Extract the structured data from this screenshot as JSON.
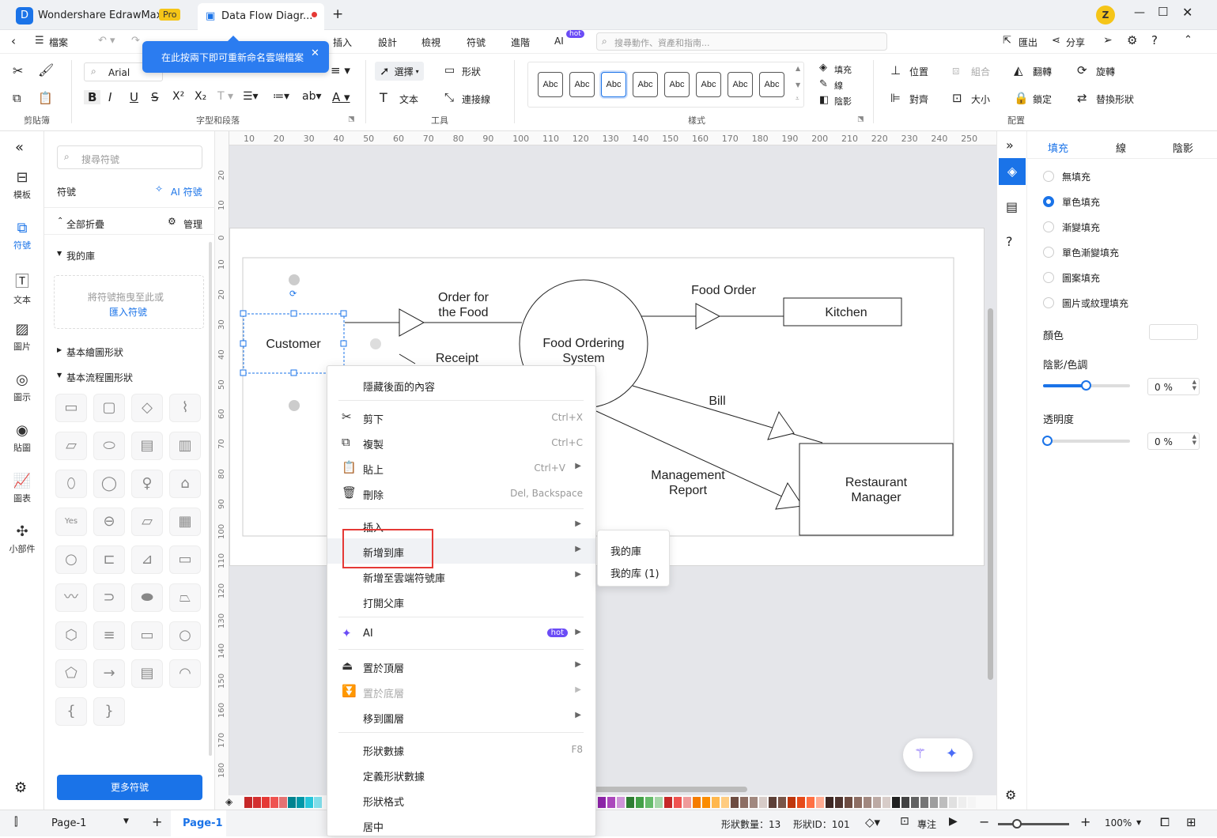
{
  "app": {
    "name": "Wondershare EdrawMax",
    "badge": "Pro",
    "tab_title": "Data Flow Diagr...",
    "avatar": "Z"
  },
  "menu": {
    "file": "檔案",
    "insert": "插入",
    "design": "設計",
    "view": "檢視",
    "symbols": "符號",
    "advanced": "進階",
    "ai": "AI",
    "ai_badge": "hot",
    "search_placeholder": "搜尋動作、資產和指南...",
    "export": "匯出",
    "share": "分享"
  },
  "tooltip": "在此按兩下即可重新命名雲端檔案",
  "ribbon": {
    "font": "Arial",
    "clipboard_label": "剪貼簿",
    "font_label": "字型和段落",
    "tools_label": "工具",
    "style_label": "樣式",
    "arrange_label": "配置",
    "select": "選擇",
    "shape": "形狀",
    "text": "文本",
    "connector": "連接線",
    "style_swatches": [
      "Abc",
      "Abc",
      "Abc",
      "Abc",
      "Abc",
      "Abc",
      "Abc",
      "Abc"
    ],
    "fill": "填充",
    "line": "線",
    "shadow": "陰影",
    "position": "位置",
    "group": "組合",
    "flip": "翻轉",
    "rotate": "旋轉",
    "align": "對齊",
    "size": "大小",
    "lock": "鎖定",
    "replace": "替換形狀"
  },
  "iconbar": [
    "模板",
    "符號",
    "文本",
    "圖片",
    "圖示",
    "貼圖",
    "圖表",
    "小部件"
  ],
  "library": {
    "search_placeholder": "搜尋符號",
    "title": "符號",
    "ai_symbols": "AI 符號",
    "collapse_all": "全部折疊",
    "manage": "管理",
    "my_lib": "我的庫",
    "drop_hint": "將符號拖曳至此或",
    "import": "匯入符號",
    "basic_shapes": "基本繪圖形狀",
    "basic_flow": "基本流程圖形狀",
    "more": "更多符號"
  },
  "rulers": {
    "top": [
      "10",
      "20",
      "30",
      "40",
      "50",
      "60",
      "70",
      "80",
      "90",
      "100",
      "110",
      "120",
      "130",
      "140",
      "150",
      "160",
      "170",
      "180",
      "190",
      "200",
      "210",
      "220",
      "230",
      "240",
      "250"
    ],
    "left": [
      "20",
      "10",
      "0",
      "10",
      "20",
      "30",
      "40",
      "50",
      "60",
      "70",
      "80",
      "90",
      "100",
      "110",
      "120",
      "130",
      "140",
      "150",
      "160",
      "170",
      "180"
    ]
  },
  "diagram": {
    "customer": "Customer",
    "order_for": "Order for",
    "the_food": "the Food",
    "receipt": "Receipt",
    "system_l1": "Food Ordering",
    "system_l2": "System",
    "food_order": "Food Order",
    "kitchen": "Kitchen",
    "bill": "Bill",
    "mgmt_l1": "Management",
    "mgmt_l2": "Report",
    "rm_l1": "Restaurant",
    "rm_l2": "Manager"
  },
  "context_menu": {
    "hide_behind": "隱藏後面的內容",
    "cut": "剪下",
    "cut_sc": "Ctrl+X",
    "copy": "複製",
    "copy_sc": "Ctrl+C",
    "paste": "貼上",
    "paste_sc": "Ctrl+V",
    "delete": "刪除",
    "delete_sc": "Del, Backspace",
    "insert": "插入",
    "add_to_lib": "新增到庫",
    "add_to_cloud": "新增至雲端符號庫",
    "open_parent": "打開父庫",
    "ai": "AI",
    "ai_badge": "hot",
    "bring_front": "置於頂層",
    "send_back": "置於底層",
    "move_layer": "移到圖層",
    "shape_data": "形狀數據",
    "shape_data_sc": "F8",
    "define_data": "定義形狀數據",
    "shape_format": "形狀格式",
    "center": "居中"
  },
  "submenu": [
    "我的庫",
    "我的库 (1)"
  ],
  "right_panel": {
    "tabs": [
      "填充",
      "線",
      "陰影"
    ],
    "options": [
      "無填充",
      "單色填充",
      "漸變填充",
      "單色漸變填充",
      "圖案填充",
      "圖片或紋理填充"
    ],
    "color": "顏色",
    "tint": "陰影/色調",
    "tint_value": "0 %",
    "transparency": "透明度",
    "transparency_value": "0 %"
  },
  "status": {
    "page": "Page-1",
    "active_page": "Page-1",
    "shape_count": "形狀數量：13",
    "shape_id": "形狀ID：101",
    "focus": "專注",
    "zoom": "100%"
  },
  "colors": {
    "accent": "#1a73e8",
    "highlight": "#e53935",
    "ai_purple": "#6b4cf6"
  }
}
